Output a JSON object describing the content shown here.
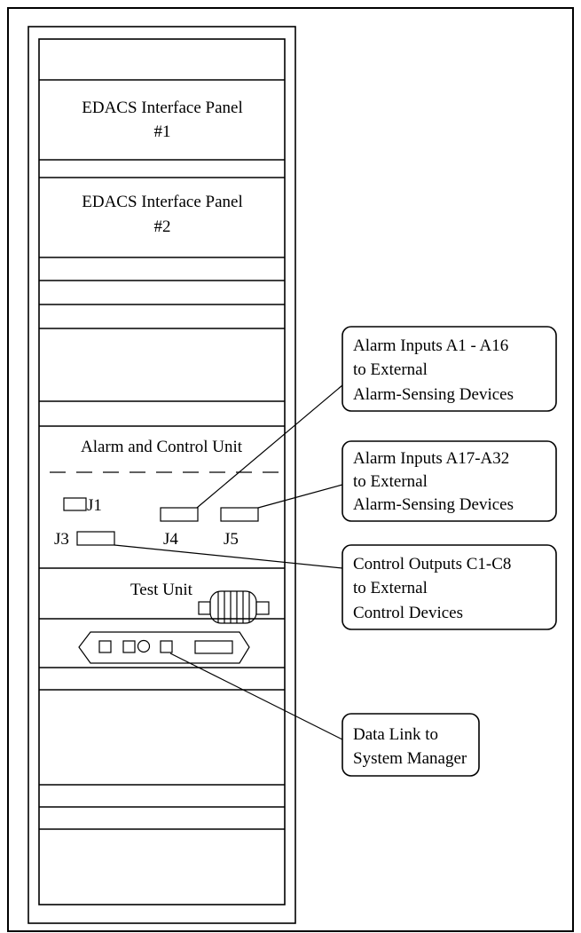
{
  "rack": {
    "panel1": {
      "line1": "EDACS Interface Panel",
      "line2": "#1"
    },
    "panel2": {
      "line1": "EDACS Interface Panel",
      "line2": "#2"
    },
    "alarm_unit": {
      "title": "Alarm and Control Unit",
      "connectors": {
        "j1": "J1",
        "j3": "J3",
        "j4": "J4",
        "j5": "J5"
      }
    },
    "test_unit": {
      "title": "Test Unit"
    }
  },
  "callouts": [
    {
      "lines": [
        "Alarm Inputs A1 - A16",
        "to External",
        "Alarm-Sensing Devices"
      ]
    },
    {
      "lines": [
        "Alarm Inputs A17-A32",
        "to External",
        "Alarm-Sensing Devices"
      ]
    },
    {
      "lines": [
        "Control Outputs C1-C8",
        "to External",
        "Control Devices"
      ]
    },
    {
      "lines": [
        "Data Link to",
        "System Manager"
      ]
    }
  ]
}
